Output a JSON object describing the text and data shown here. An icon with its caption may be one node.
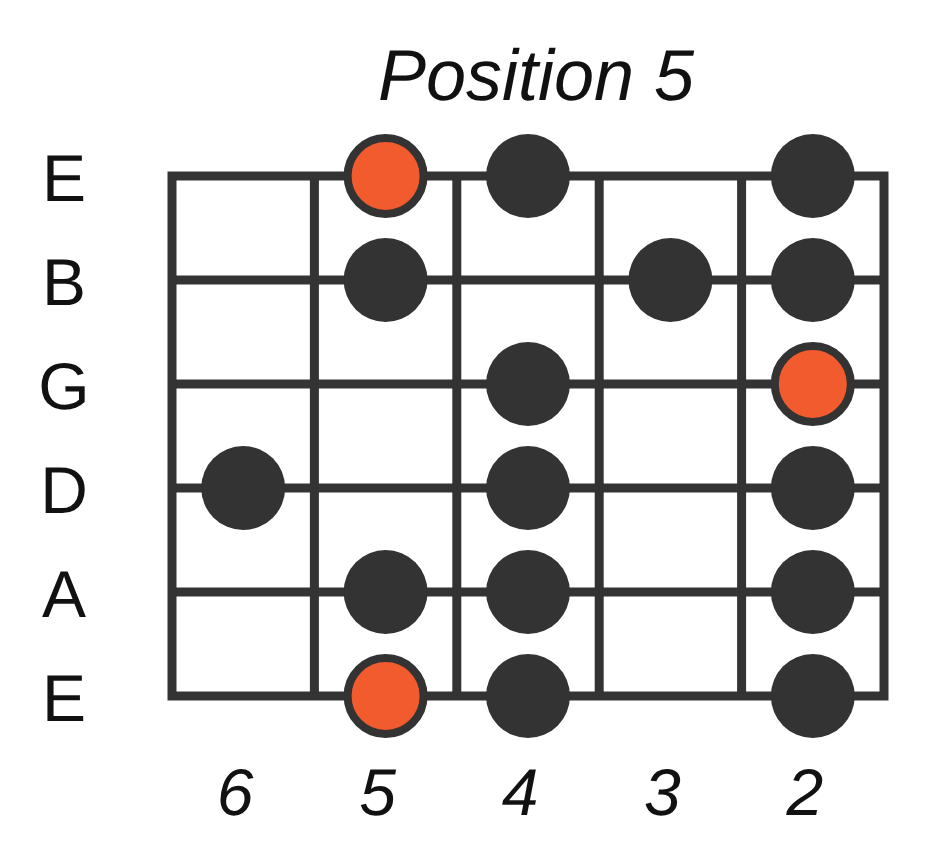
{
  "diagram": {
    "title": "Position 5",
    "labels": [
      "E",
      "B",
      "G",
      "D",
      "A",
      "E",
      "6",
      "5",
      "4",
      "3",
      "2"
    ]
  }
}
